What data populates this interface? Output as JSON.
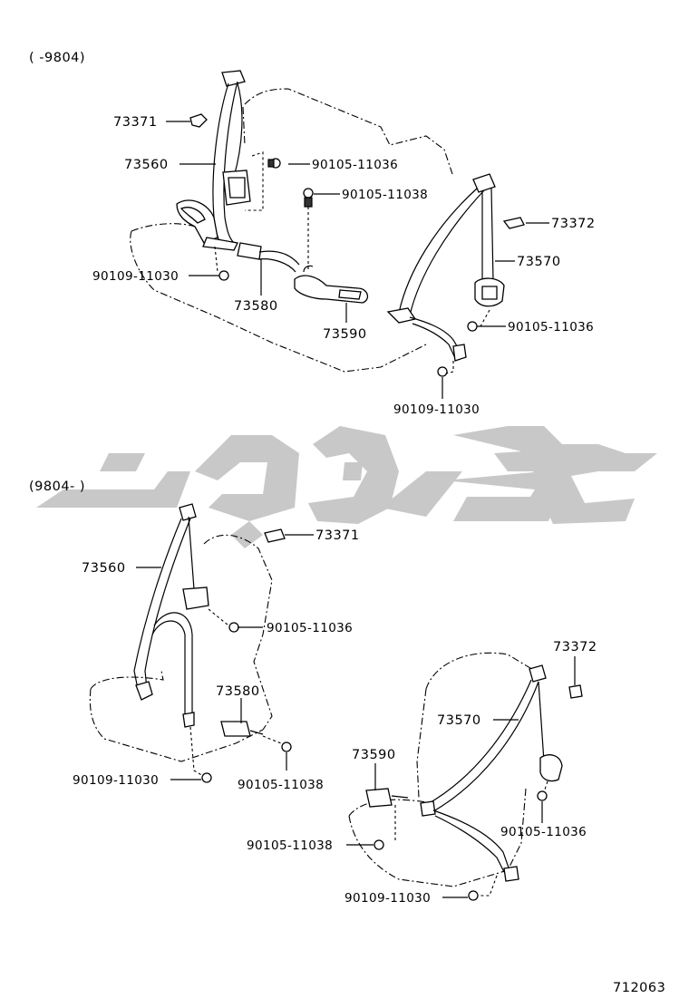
{
  "figure_id": "712063",
  "sections": [
    {
      "range": "(        -9804)",
      "callouts": {
        "c73371": "73371",
        "c73560": "73560",
        "c90105a": "90105-11036",
        "c90105b": "90105-11038",
        "c73372": "73372",
        "c73570": "73570",
        "c90109a": "90109-11030",
        "c73580": "73580",
        "c73590": "73590",
        "c90105c": "90105-11036",
        "c90109b": "90109-11030"
      }
    },
    {
      "range": "(9804-        )",
      "callouts": {
        "c73371": "73371",
        "c73560": "73560",
        "c90105a": "90105-11036",
        "c73372": "73372",
        "c73580": "73580",
        "c73570": "73570",
        "c73590": "73590",
        "c90109a": "90109-11030",
        "c90105b": "90105-11038",
        "c90105c": "90105-11036",
        "c90105d": "90105-11038",
        "c90109b": "90109-11030"
      }
    }
  ]
}
